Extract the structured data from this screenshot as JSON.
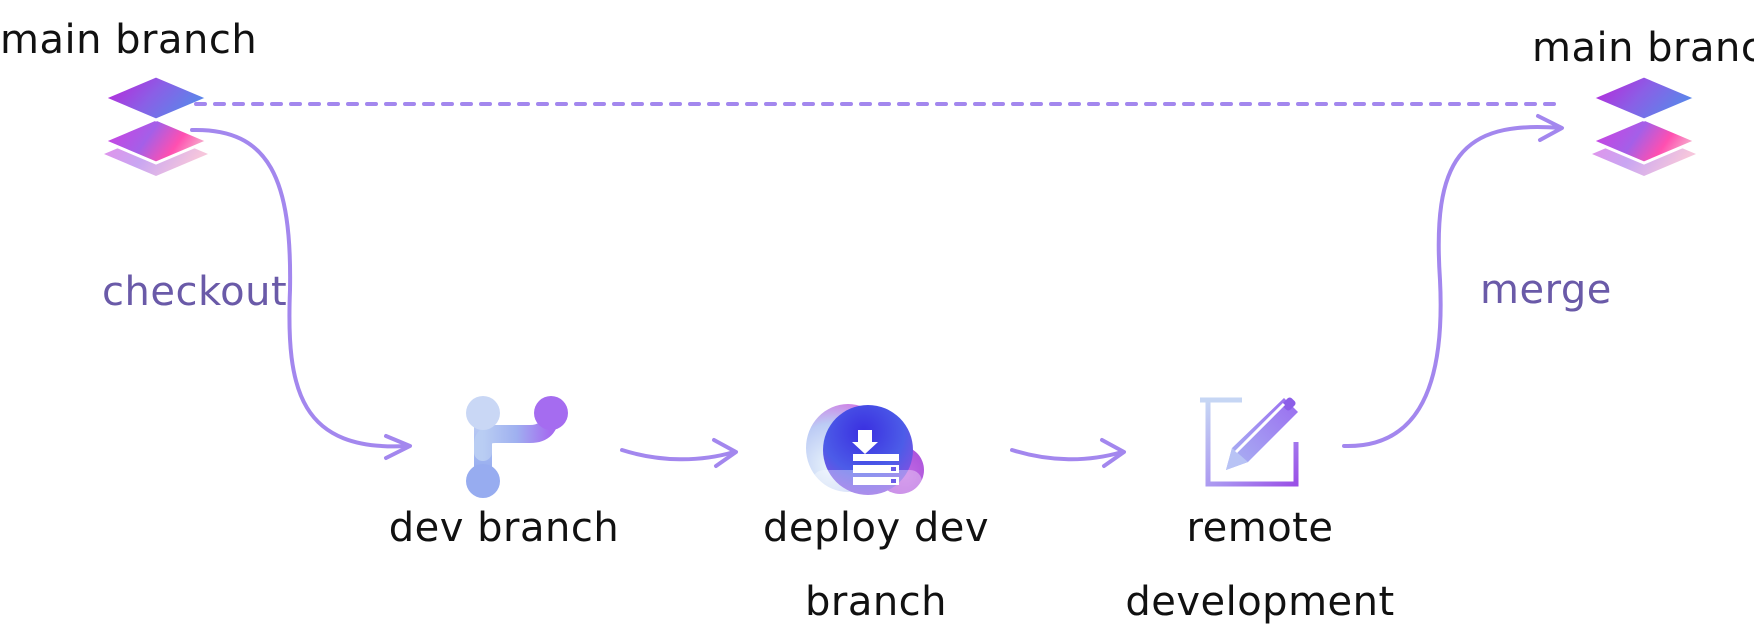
{
  "nodes": {
    "main_start": {
      "label": "main branch"
    },
    "main_end": {
      "label": "main branch"
    },
    "dev_branch": {
      "label": "dev branch"
    },
    "deploy": {
      "label_line1": "deploy dev",
      "label_line2": "branch"
    },
    "remote": {
      "label_line1": "remote",
      "label_line2": "development"
    }
  },
  "edges": {
    "checkout": {
      "label": "checkout"
    },
    "merge": {
      "label": "merge"
    }
  },
  "colors": {
    "arrow": "#a387ee",
    "edge_label": "#6a5aa8",
    "text": "#111111",
    "gradient_magenta": "#c21cd8",
    "gradient_blue": "#5a86ea",
    "gradient_light_blue": "#b9cdf3",
    "gradient_violet": "#a56cf0"
  },
  "icons": {
    "main_start": "layers-icon",
    "main_end": "layers-icon",
    "dev_branch": "git-branch-icon",
    "deploy": "cloud-server-icon",
    "remote": "edit-pencil-icon"
  }
}
